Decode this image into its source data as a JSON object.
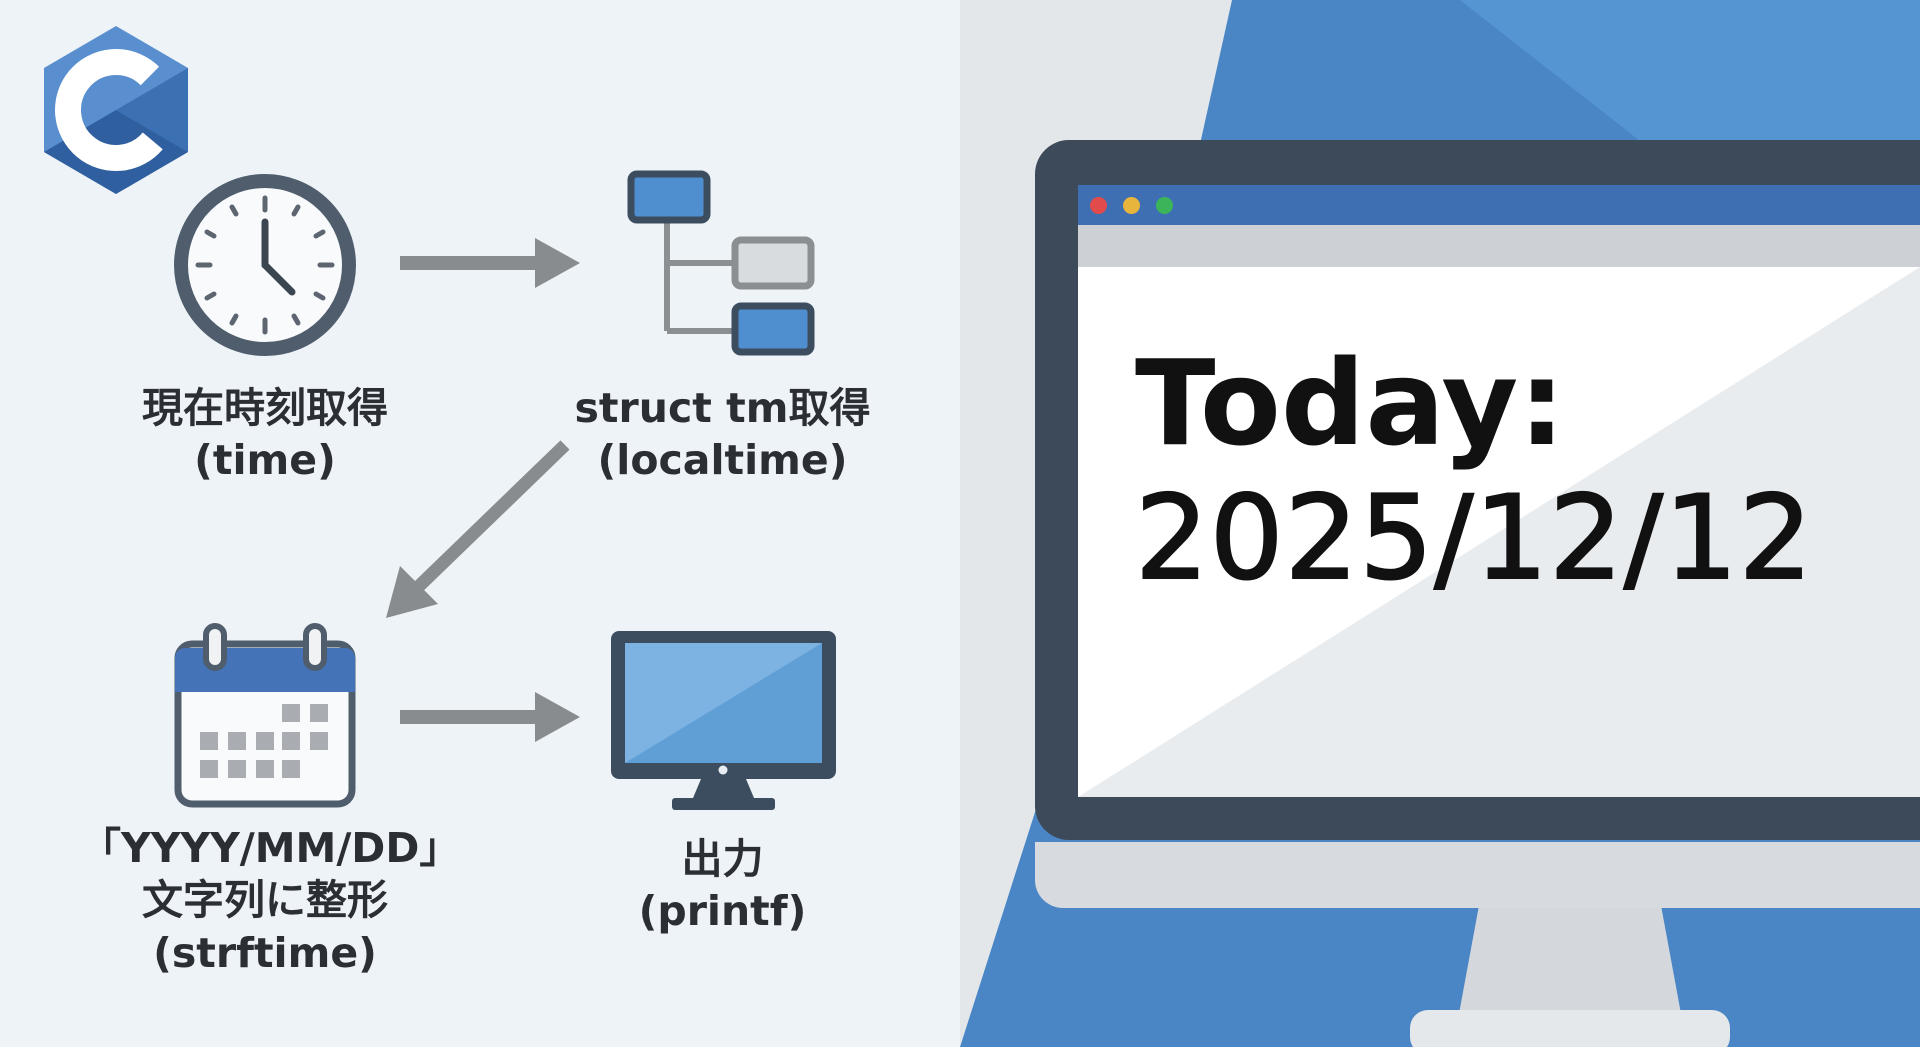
{
  "steps": [
    {
      "title": "現在時刻取得",
      "func": "(time)"
    },
    {
      "title": "struct tm取得",
      "func": "(localtime)"
    },
    {
      "line1": "「YYYY/MM/DD」",
      "title": "文字列に整形",
      "func": "(strftime)"
    },
    {
      "title": "出力",
      "func": "(printf)"
    }
  ],
  "screen": {
    "line1": "Today:",
    "line2": "2025/12/12"
  },
  "icons": {
    "logo": "c-language-logo-icon",
    "step1": "clock-icon",
    "step2": "struct-tree-icon",
    "step3": "calendar-icon",
    "step4": "monitor-icon"
  },
  "colors": {
    "accent": "#4a86c5",
    "dark": "#3d4d60",
    "arrow": "#888c8f",
    "window_bar": "#3e6fb3"
  }
}
